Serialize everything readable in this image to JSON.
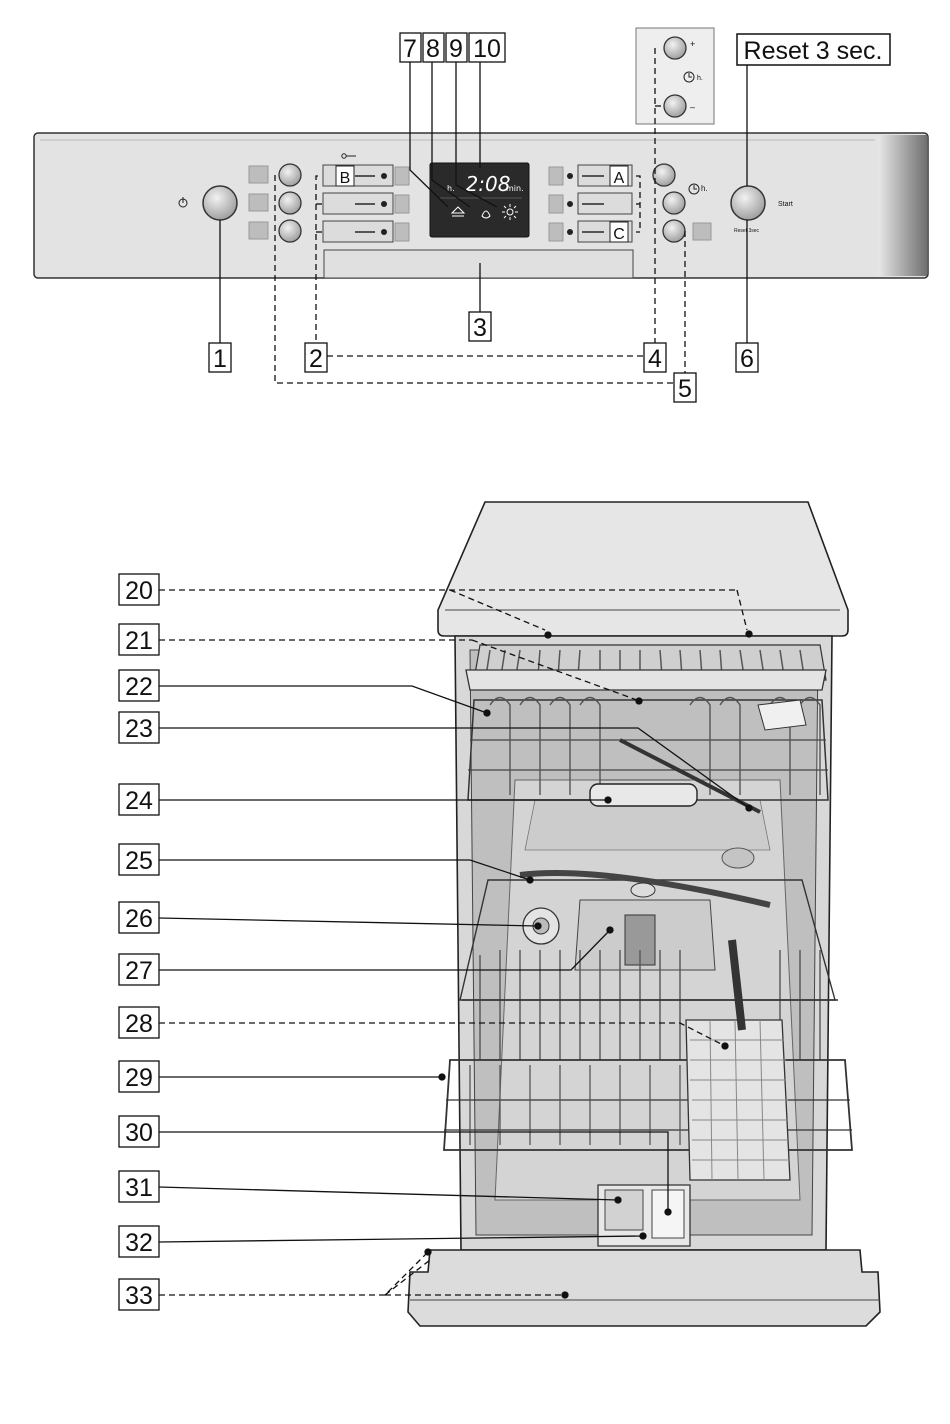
{
  "control_panel": {
    "reset_label": "Reset 3 sec.",
    "display_time": "2:08",
    "display_h": "h.",
    "display_min": "min.",
    "timer_h": "h.",
    "timer_plus": "+",
    "timer_minus": "–",
    "panel_timer_h": "h.",
    "start_label": "Start",
    "reset_small_label": "Reset 3sec",
    "program_left_letter": "B",
    "program_right_letters": [
      "A",
      "C"
    ],
    "icons": [
      "power-icon",
      "key-icon",
      "clock-icon",
      "salt-refill-icon",
      "rinse-aid-refill-icon",
      "check-water-supply-icon"
    ]
  },
  "panel_callouts": [
    "1",
    "2",
    "3",
    "4",
    "5",
    "6",
    "7",
    "8",
    "9",
    "10"
  ],
  "machine_callouts": [
    "20",
    "21",
    "22",
    "23",
    "24",
    "25",
    "26",
    "27",
    "28",
    "29",
    "30",
    "31",
    "32",
    "33"
  ]
}
